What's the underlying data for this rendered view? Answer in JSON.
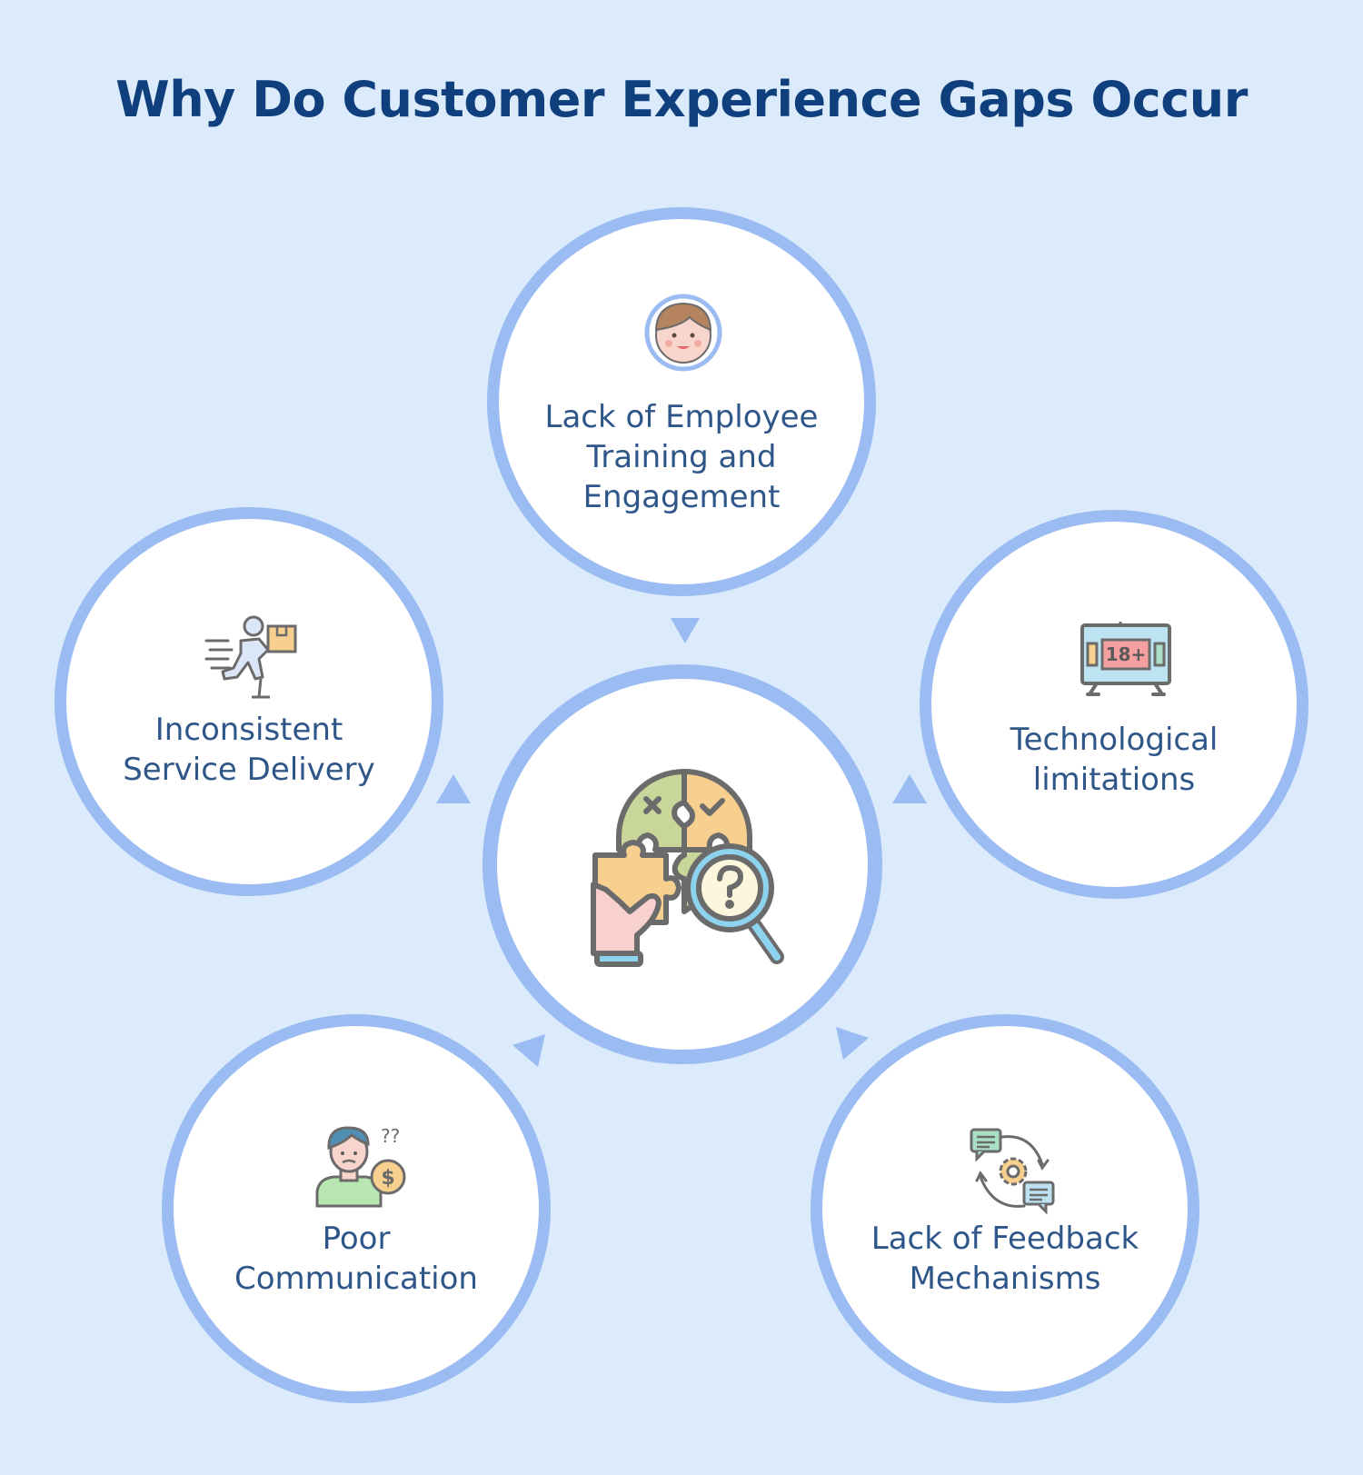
{
  "title": "Why Do Customer Experience Gaps Occur",
  "nodes": [
    {
      "label": "Lack of Employee Training and Engagement",
      "icon": "employee-face-icon"
    },
    {
      "label": "Technological limitations",
      "icon": "tv-18plus-icon"
    },
    {
      "label": "Lack of Feedback Mechanisms",
      "icon": "feedback-cycle-icon"
    },
    {
      "label": "Poor Communication",
      "icon": "confused-person-money-icon"
    },
    {
      "label": "Inconsistent Service Delivery",
      "icon": "delivery-runner-icon"
    }
  ],
  "center": {
    "icon": "puzzle-magnifier-icon"
  },
  "tv_badge": "18+",
  "colors": {
    "background": "#dbebfb",
    "ring": "#9bbcf2",
    "title": "#0f3f7c",
    "label": "#2f5688"
  }
}
